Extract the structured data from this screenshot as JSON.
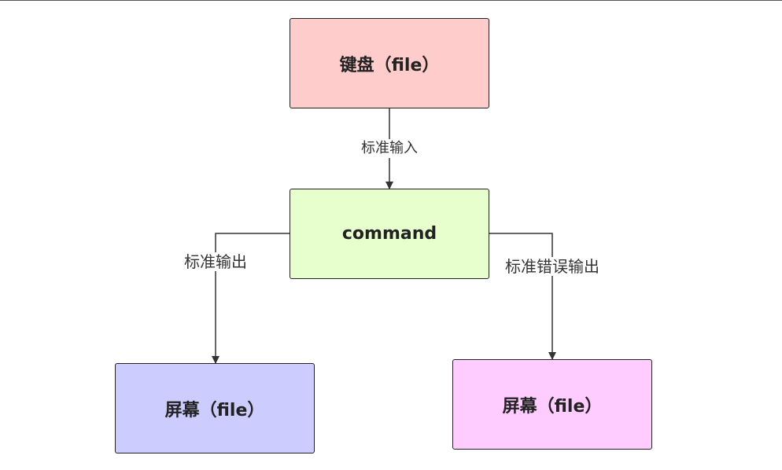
{
  "nodes": {
    "keyboard": {
      "label": "键盘（file）",
      "fill": "#ffcccc"
    },
    "command": {
      "label": "command",
      "fill": "#e6ffcc"
    },
    "screen_stdout": {
      "label": "屏幕（file）",
      "fill": "#ccccff"
    },
    "screen_stderr": {
      "label": "屏幕（file）",
      "fill": "#ffccff"
    }
  },
  "edges": {
    "stdin": {
      "label": "标准输入"
    },
    "stdout": {
      "label": "标准输出"
    },
    "stderr": {
      "label": "标准错误输出"
    }
  },
  "colors": {
    "stroke": "#333333"
  }
}
